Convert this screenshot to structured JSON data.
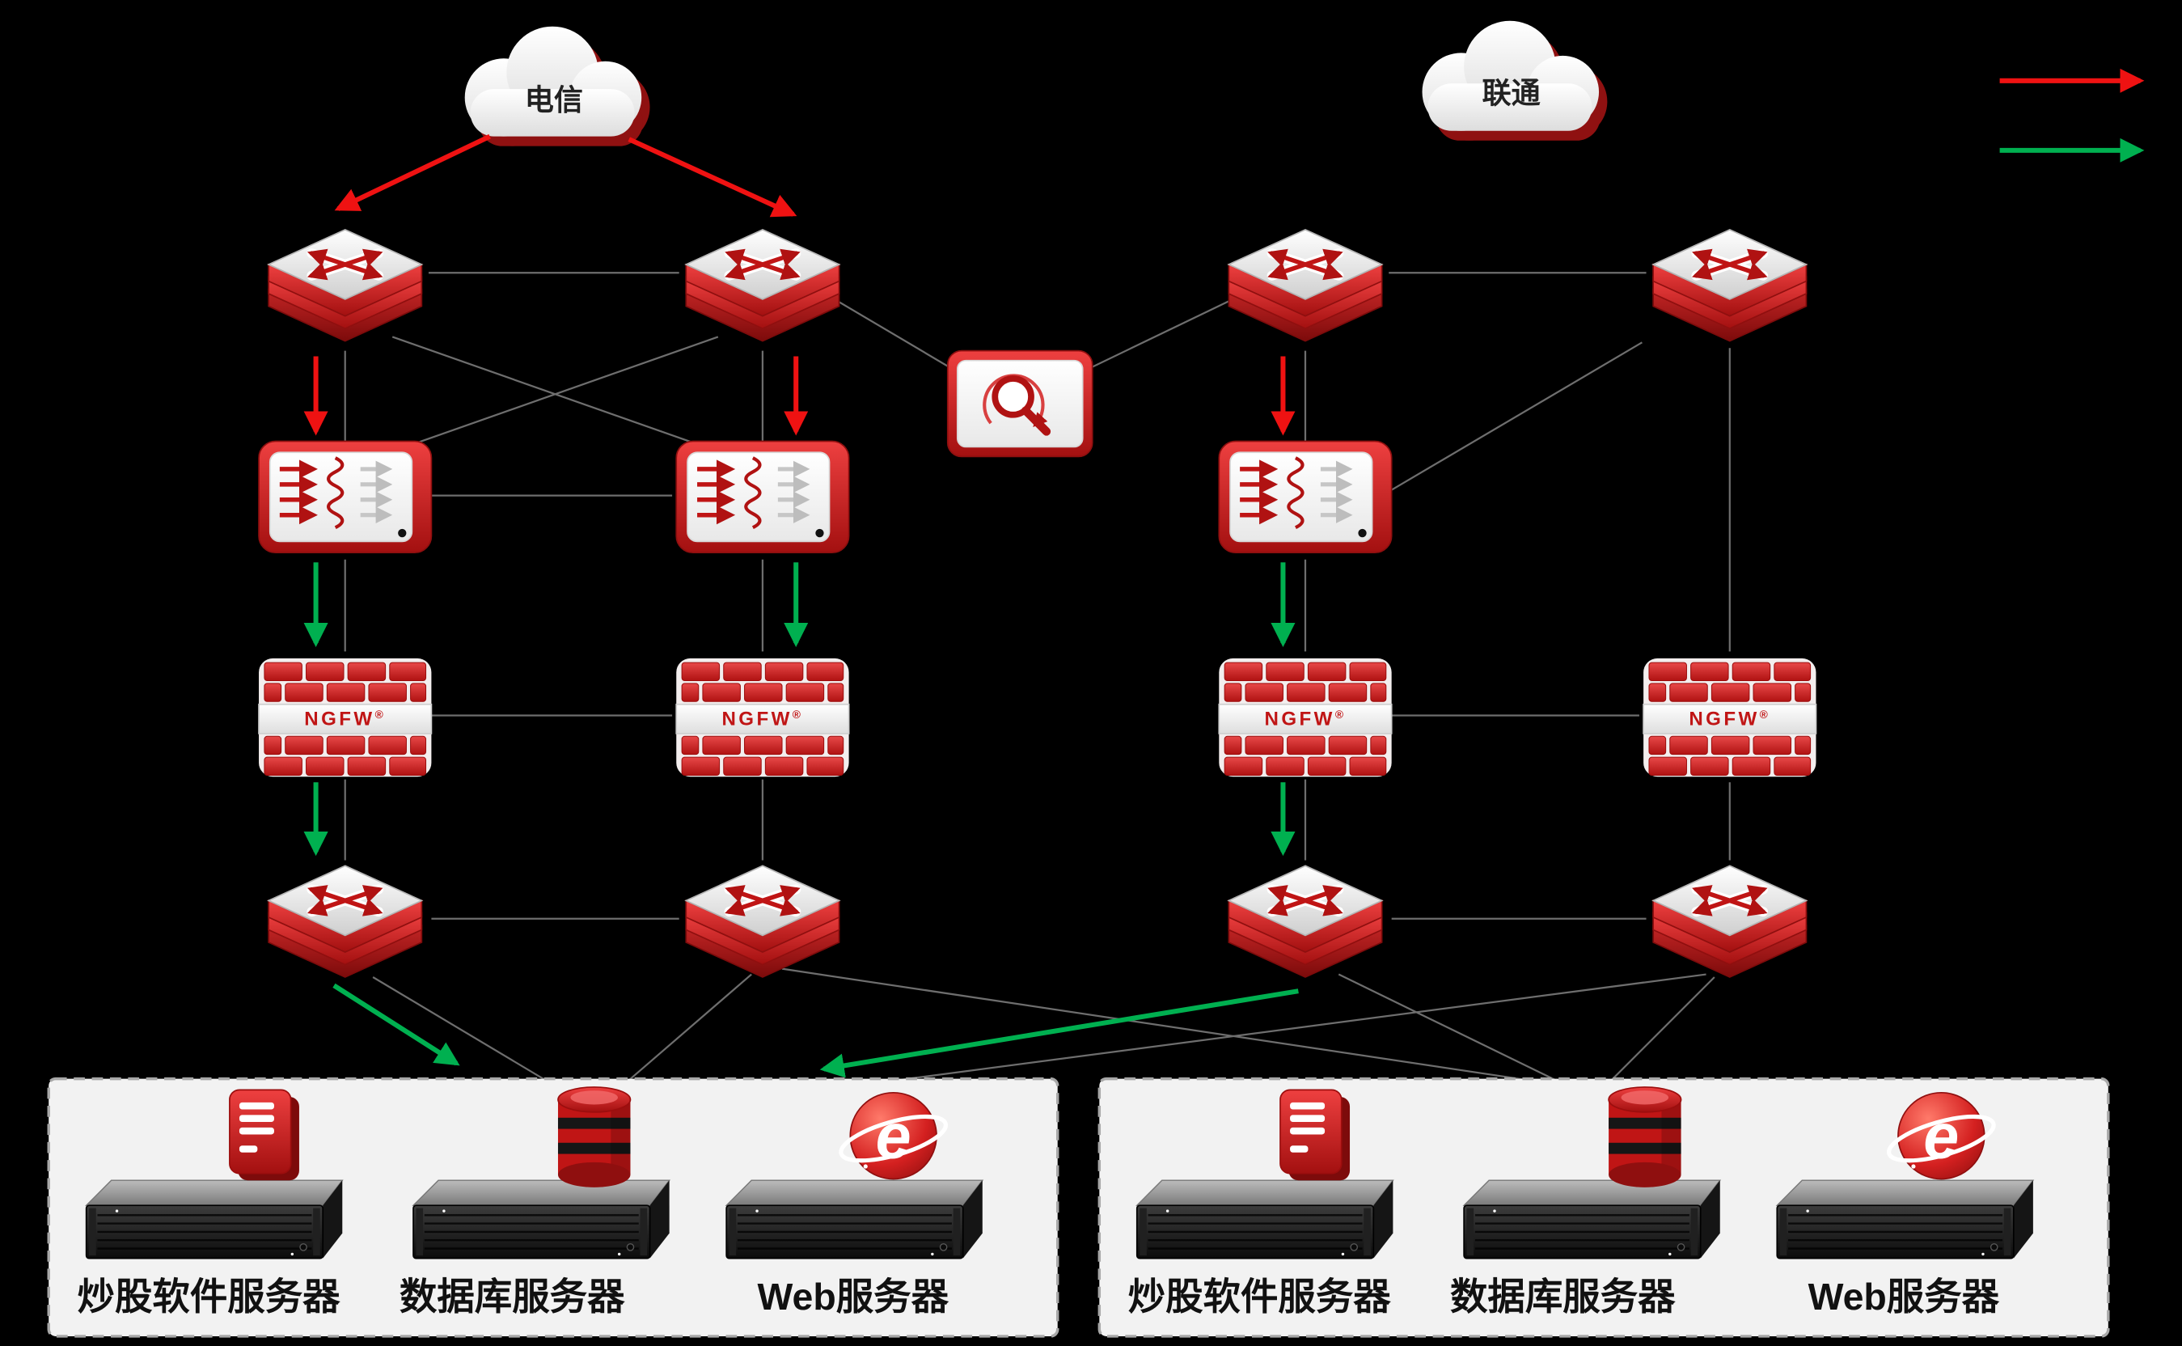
{
  "colors": {
    "background": "#000000",
    "arrow_red": "#ef1212",
    "arrow_green": "#00b050",
    "device_red": "#c01515",
    "server_box_bg": "#f2f2f2",
    "connection_line": "#6e6e6e"
  },
  "legend": {
    "red_arrow_icon": "red-flow-arrow",
    "green_arrow_icon": "green-flow-arrow"
  },
  "clouds": {
    "left_label": "电信",
    "right_label": "联通"
  },
  "ngfw": {
    "label": "NGFW",
    "reg": "®"
  },
  "icons": {
    "web_glyph": "e",
    "device_names": "switch, flow-control, audit-magnifier, ngfw-firewall, rack-server, stock-app, database, web"
  },
  "server_groups": {
    "left": {
      "servers": [
        {
          "icon": "stock-app-icon",
          "label": "炒股软件服务器"
        },
        {
          "icon": "database-icon",
          "label": "数据库服务器"
        },
        {
          "icon": "web-icon",
          "label": "Web服务器"
        }
      ]
    },
    "right": {
      "servers": [
        {
          "icon": "stock-app-icon",
          "label": "炒股软件服务器"
        },
        {
          "icon": "database-icon",
          "label": "数据库服务器"
        },
        {
          "icon": "web-icon",
          "label": "Web服务器"
        }
      ]
    }
  }
}
